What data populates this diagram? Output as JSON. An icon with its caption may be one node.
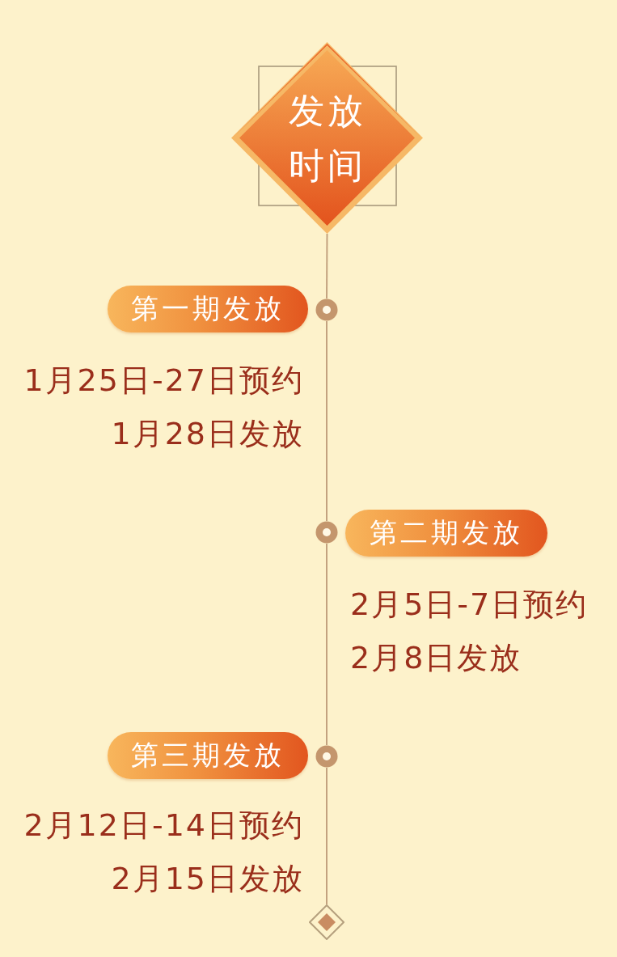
{
  "diagram": {
    "nodes": [
      {
        "text": [
          "发放时间"
        ]
      },
      {
        "text": [
          "第一期发放"
        ],
        "beside": [
          "1月25日-27日预约",
          "1月28日发放"
        ]
      },
      {
        "text": [],
        "shape": "circle"
      },
      {
        "text": [],
        "shape": "circle"
      },
      {
        "text": [
          "第二期发放"
        ],
        "beside": [
          "2月5日-7日预约",
          "2月8日发放"
        ]
      },
      {
        "text": [
          "第三期发放"
        ],
        "beside": [
          "2月12日-14日预约",
          "2月15日发放"
        ]
      },
      {
        "text": [],
        "shape": "circle"
      },
      {
        "text": [],
        "shape": "diamond"
      }
    ],
    "edges": [
      {
        "from": 0,
        "to": 2,
        "arrow": "none"
      },
      {
        "from": 2,
        "to": 3,
        "arrow": "none"
      },
      {
        "from": 3,
        "to": 6,
        "arrow": "none"
      },
      {
        "from": 6,
        "to": 7,
        "arrow": "none"
      }
    ]
  }
}
